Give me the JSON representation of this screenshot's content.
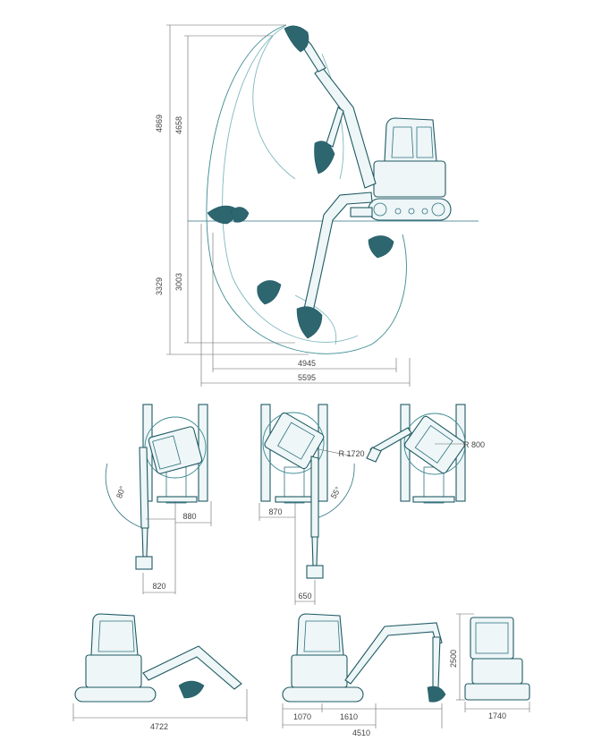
{
  "colors": {
    "line": "#1f5a63",
    "accent": "#3a8a93",
    "light": "#7fb8bf",
    "dimension": "#666666"
  },
  "working_range": {
    "max_height": "4869",
    "max_dump_height": "4658",
    "max_dig_depth": "3329",
    "max_vertical_wall_depth": "3003",
    "reach_at_ground": "4945",
    "max_reach": "5595"
  },
  "boom_swing": {
    "left": {
      "angle": "80°",
      "offset": "880",
      "width": "820"
    },
    "right": {
      "angle": "55°",
      "offset": "870",
      "width": "650",
      "radius": "R 1720"
    },
    "tail": {
      "radius": "R 800"
    }
  },
  "transport": {
    "length": "4722",
    "track_front": "1070",
    "track_span": "1610",
    "overall_length": "4510",
    "height": "2500",
    "width": "1740"
  }
}
